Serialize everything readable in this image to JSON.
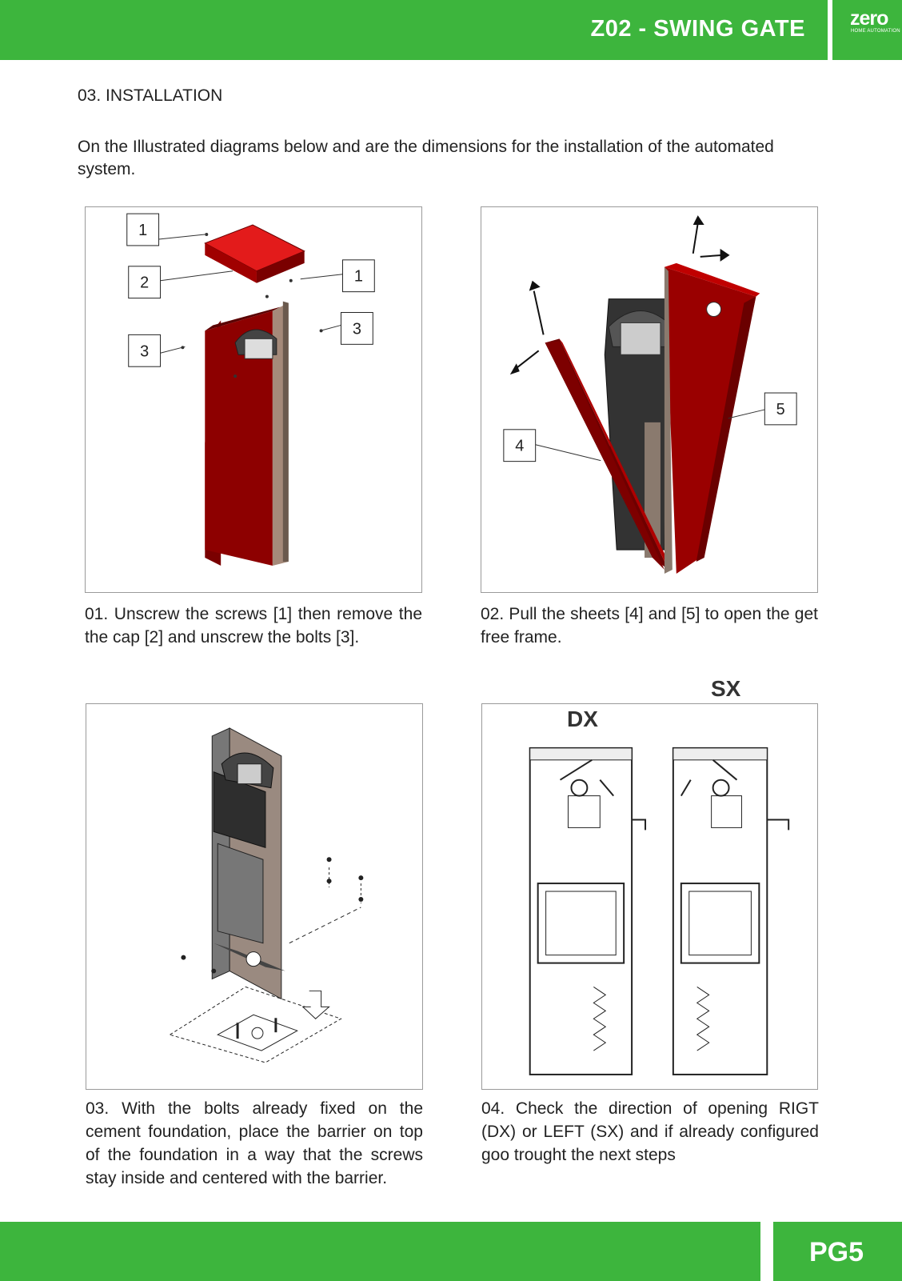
{
  "header": {
    "title": "Z02 - SWING GATE"
  },
  "logo": {
    "word": "zero",
    "subtitle": "HOME AUTOMATION"
  },
  "section": {
    "title": "03. INSTALLATION",
    "intro": "On the Illustrated diagrams below and are the dimensions for the installation of the automated system."
  },
  "steps": [
    {
      "caption": "01. Unscrew the screws [1] then remove the the cap [2] and unscrew the bolts [3].",
      "callouts": [
        "1",
        "2",
        "3",
        "1",
        "3"
      ]
    },
    {
      "caption": "02. Pull the sheets [4] and [5] to open the get free frame.",
      "callouts": [
        "5",
        "4"
      ]
    },
    {
      "caption": "03. With the bolts already fixed on the cement foundation,  place the barrier on top of the foundation in a way that the screws stay inside and centered with the barrier.",
      "callouts": []
    },
    {
      "caption": "04. Check the direction of opening RIGT (DX) or LEFT (SX) and if already configured goo trought the next steps",
      "labels": {
        "dx": "DX",
        "sx": "SX"
      }
    }
  ],
  "colors": {
    "green": "#3db53d",
    "red": "#c40000",
    "dark_red": "#8b0000"
  },
  "footer": {
    "page": "PG5"
  }
}
